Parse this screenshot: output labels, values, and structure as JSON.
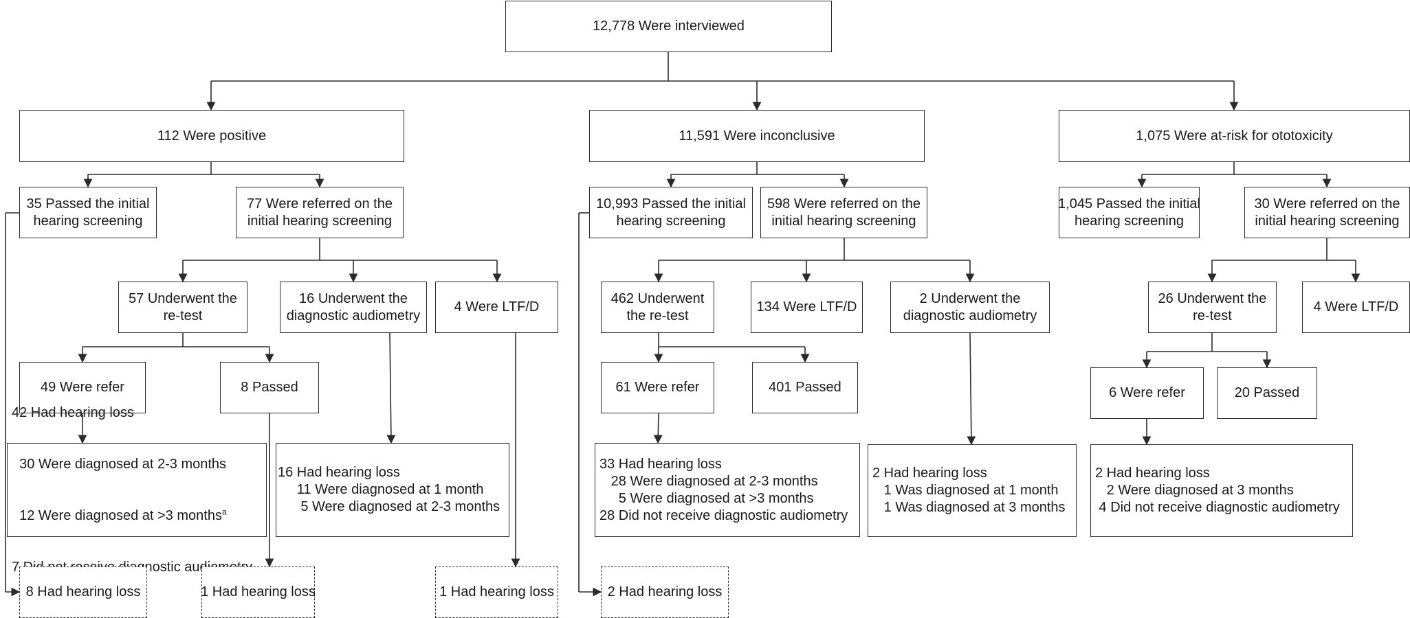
{
  "nodes": {
    "root": "12,778 Were interviewed",
    "positive": "112 Were positive",
    "inconclusive": "11,591 Were inconclusive",
    "atrisk": "1,075 Were at-risk for ototoxicity",
    "pos_passed": "35 Passed the initial\nhearing screening",
    "pos_referred": "77 Were referred on the\ninitial hearing screening",
    "pos_retest": "57 Underwent the\nre-test",
    "pos_diag": "16 Underwent the\ndiagnostic audiometry",
    "pos_ltfd": "4 Were LTF/D",
    "pos_refer": "49 Were refer",
    "pos_retest_passed": "8 Passed",
    "pos_hl_1_line1": "42 Had hearing loss",
    "pos_hl_1_line2": "  30 Were diagnosed at 2-3 months",
    "pos_hl_1_line3": "  12 Were diagnosed at >3 months",
    "pos_hl_1_sup": "a",
    "pos_hl_1_line4": "7 Did not receive diagnostic audiometry",
    "pos_hl_2": "16 Had hearing loss\n     11 Were diagnosed at 1 month\n      5 Were diagnosed at 2-3 months",
    "pos_dash_1": "8 Had hearing loss",
    "pos_dash_2": "1 Had hearing loss",
    "pos_dash_3": "1 Had hearing loss",
    "inc_passed": "10,993 Passed the initial\nhearing screening",
    "inc_referred": "598 Were referred on the\ninitial hearing screening",
    "inc_retest": "462 Underwent\nthe re-test",
    "inc_ltfd": "134 Were LTF/D",
    "inc_diag": "2 Underwent the\ndiagnostic audiometry",
    "inc_refer": "61 Were refer",
    "inc_retest_passed": "401 Passed",
    "inc_hl_1": "33 Had hearing loss\n   28 Were diagnosed at 2-3 months\n     5 Were diagnosed at >3 months\n28 Did not receive diagnostic audiometry",
    "inc_hl_2": "2 Had hearing loss\n   1 Was diagnosed at 1 month\n   1 Was diagnosed at 3 months",
    "inc_dash": "2 Had hearing loss",
    "ar_passed": "1,045 Passed the initial\nhearing screening",
    "ar_referred": "30 Were referred on the\ninitial hearing screening",
    "ar_retest": "26 Underwent the\nre-test",
    "ar_ltfd": "4 Were LTF/D",
    "ar_refer": "6 Were refer",
    "ar_retest_passed": "20 Passed",
    "ar_hl": "2 Had hearing loss\n   2 Were diagnosed at 3 months\n 4 Did not receive diagnostic audiometry"
  },
  "colors": {
    "line": "#2b2b2b",
    "text": "#1a1a1a"
  }
}
